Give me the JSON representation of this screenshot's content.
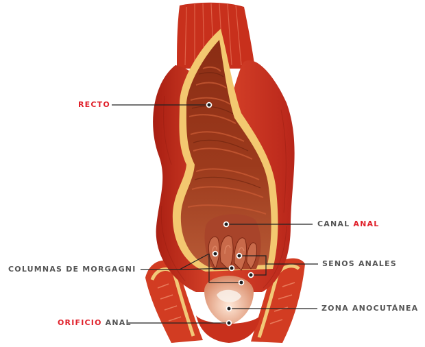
{
  "colors": {
    "label_gray": "#555555",
    "label_red": "#e0202a",
    "muscle": "#c8301c",
    "mucosa_wall": "#f0c870",
    "lumen": "#7a2a14"
  },
  "labels": {
    "recto": "RECTO",
    "canal_anal_prefix": "CANAL ",
    "canal_anal_highlight": "ANAL",
    "columnas": "COLUMNAS DE MORGAGNI",
    "senos": "SENOS ANALES",
    "zona": "ZONA ANOCUTÁNEA",
    "orificio_highlight": "ORIFICIO",
    "orificio_suffix": " ANAL"
  }
}
